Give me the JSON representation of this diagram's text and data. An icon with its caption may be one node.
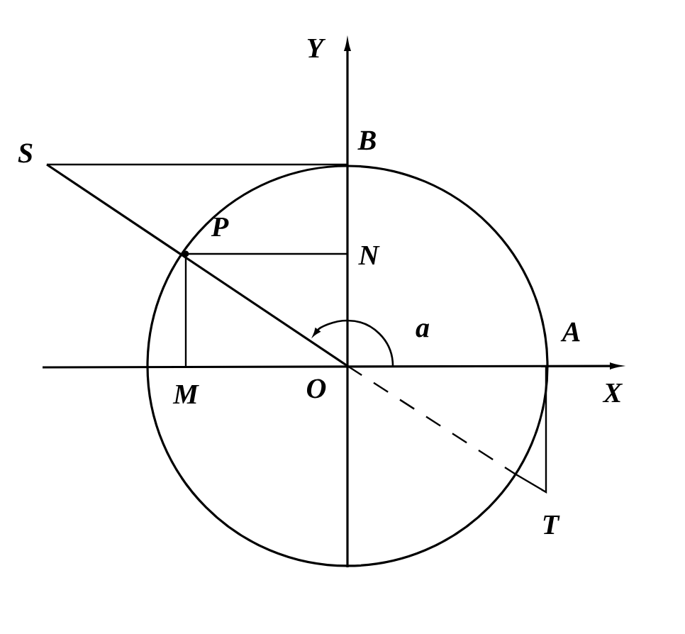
{
  "diagram": {
    "labels": [
      "Y",
      "S",
      "B",
      "P",
      "N",
      "a",
      "A",
      "M",
      "O",
      "X",
      "T"
    ]
  }
}
